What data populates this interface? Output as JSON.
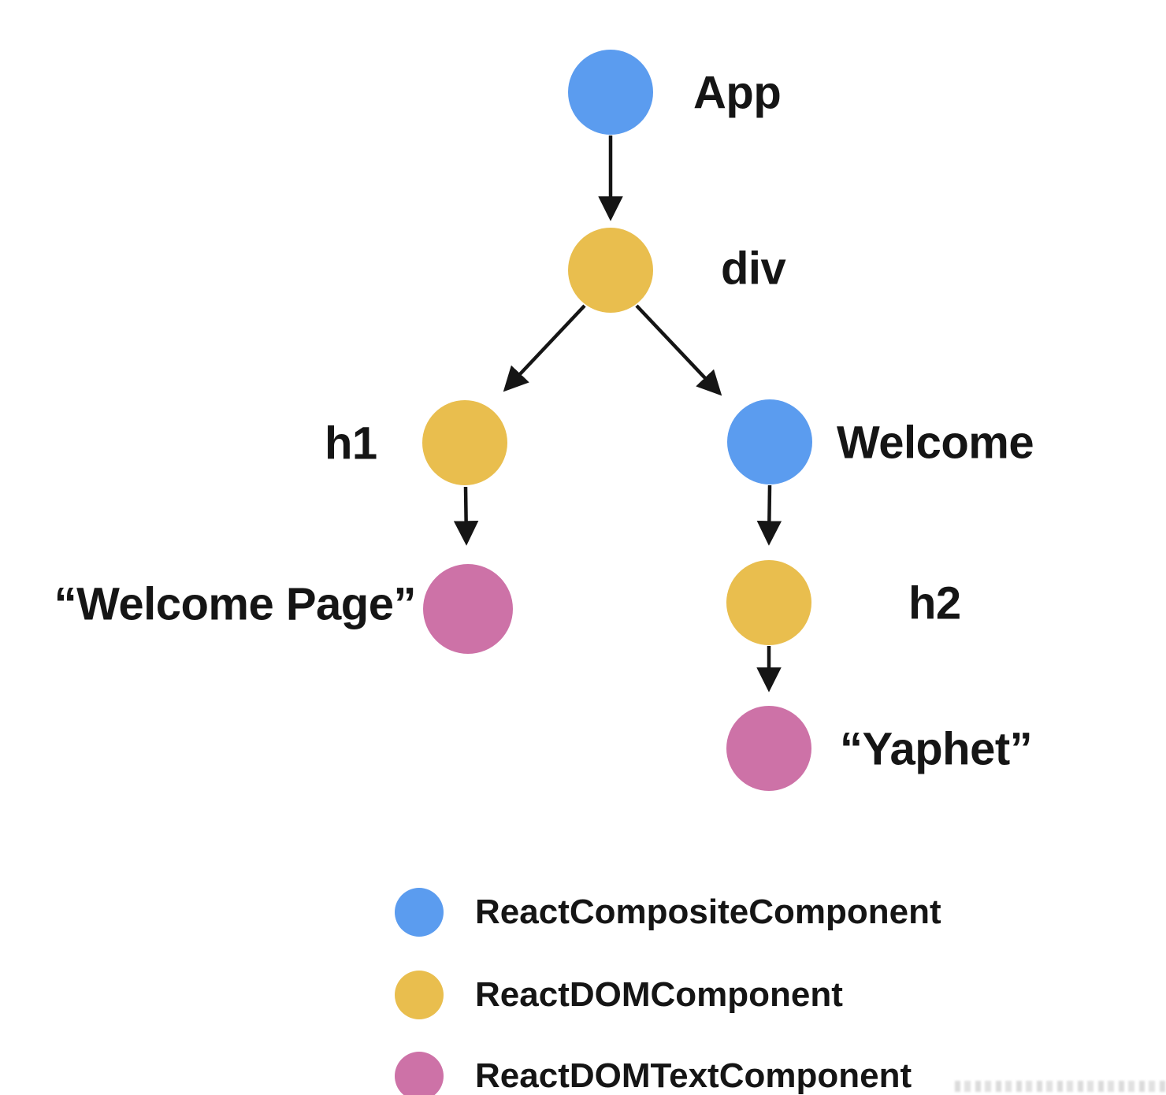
{
  "colors": {
    "composite": "#5B9CEF",
    "dom": "#E9BE4E",
    "text": "#CD72A7",
    "arrow": "#151515",
    "background": "#FFFFFF"
  },
  "diagram": {
    "nodes": {
      "app": {
        "label": "App",
        "type": "ReactCompositeComponent"
      },
      "div": {
        "label": "div",
        "type": "ReactDOMComponent"
      },
      "h1": {
        "label": "h1",
        "type": "ReactDOMComponent"
      },
      "welcome": {
        "label": "Welcome",
        "type": "ReactCompositeComponent"
      },
      "welcome_page": {
        "label": "“Welcome Page”",
        "type": "ReactDOMTextComponent"
      },
      "h2": {
        "label": "h2",
        "type": "ReactDOMComponent"
      },
      "yaphet": {
        "label": "“Yaphet”",
        "type": "ReactDOMTextComponent"
      }
    },
    "edges": [
      {
        "from": "App",
        "to": "div"
      },
      {
        "from": "div",
        "to": "h1"
      },
      {
        "from": "div",
        "to": "Welcome"
      },
      {
        "from": "h1",
        "to": "“Welcome Page”"
      },
      {
        "from": "Welcome",
        "to": "h2"
      },
      {
        "from": "h2",
        "to": "“Yaphet”"
      }
    ],
    "legend": {
      "items": [
        {
          "label": "ReactCompositeComponent",
          "color": "#5B9CEF"
        },
        {
          "label": "ReactDOMComponent",
          "color": "#E9BE4E"
        },
        {
          "label": "ReactDOMTextComponent",
          "color": "#CD72A7"
        }
      ]
    }
  }
}
